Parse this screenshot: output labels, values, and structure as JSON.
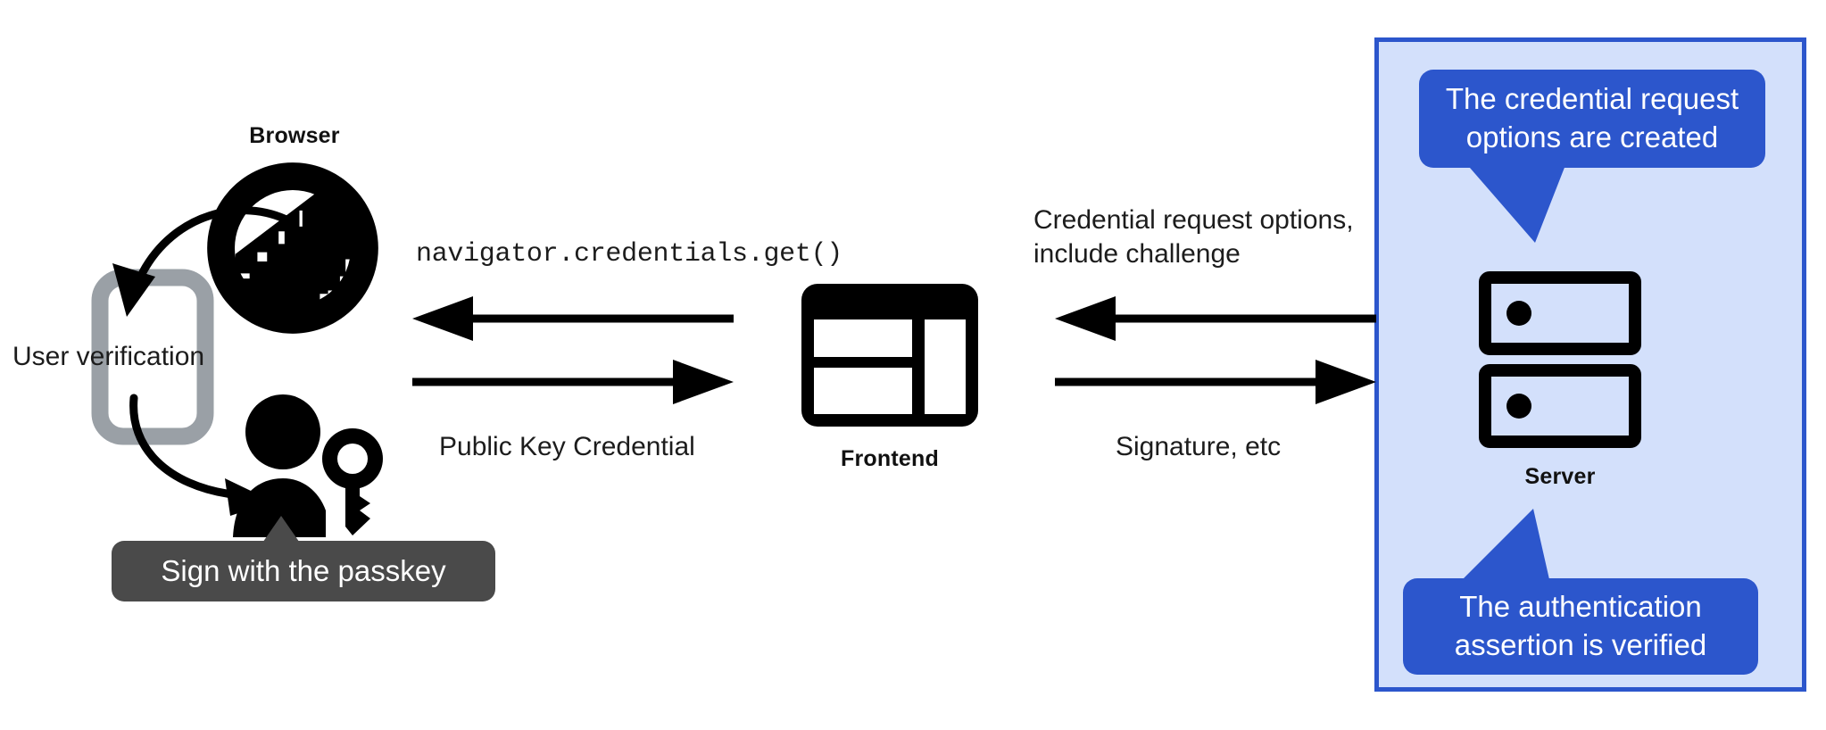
{
  "diagram": {
    "title": "WebAuthn passkey authentication flow",
    "colors": {
      "panel_fill": "#d3e0fb",
      "panel_border": "#2c56cc",
      "callout_fill": "#2c56cc",
      "callout_text": "#ffffff",
      "tooltip_fill": "#4a4a4a",
      "tooltip_text": "#ffffff",
      "icon_black": "#000000",
      "phone_gray": "#9aa0a6",
      "text_color": "#1c1c1c"
    }
  },
  "nodes": {
    "browser": {
      "label": "Browser",
      "icon": "globe-icon"
    },
    "frontend": {
      "label": "Frontend",
      "icon": "browser-window-icon"
    },
    "server": {
      "label": "Server",
      "icon": "server-rack-icon"
    },
    "phone": {
      "icon": "mobile-phone-icon"
    },
    "user": {
      "icon": "user-with-key-icon"
    }
  },
  "labels": {
    "user_verification": "User verification",
    "navigator_call": "navigator.credentials.get()",
    "public_key_credential": "Public Key Credential",
    "credential_request_options": "Credential request options,\ninclude challenge",
    "signature_etc": "Signature, etc"
  },
  "callouts": {
    "top": "The credential request\noptions are created",
    "bottom": "The authentication\nassertion is verified"
  },
  "tooltip": {
    "text": "Sign with the passkey"
  },
  "arrows": [
    {
      "name": "browser-to-phone",
      "direction": "curved-down-left"
    },
    {
      "name": "phone-to-user",
      "direction": "curved-down-right"
    },
    {
      "name": "frontend-to-browser",
      "direction": "left",
      "label": "navigator.credentials.get()"
    },
    {
      "name": "browser-to-frontend",
      "direction": "right",
      "label": "Public Key Credential"
    },
    {
      "name": "server-to-frontend",
      "direction": "left",
      "label": "Credential request options, include challenge"
    },
    {
      "name": "frontend-to-server",
      "direction": "right",
      "label": "Signature, etc"
    }
  ]
}
